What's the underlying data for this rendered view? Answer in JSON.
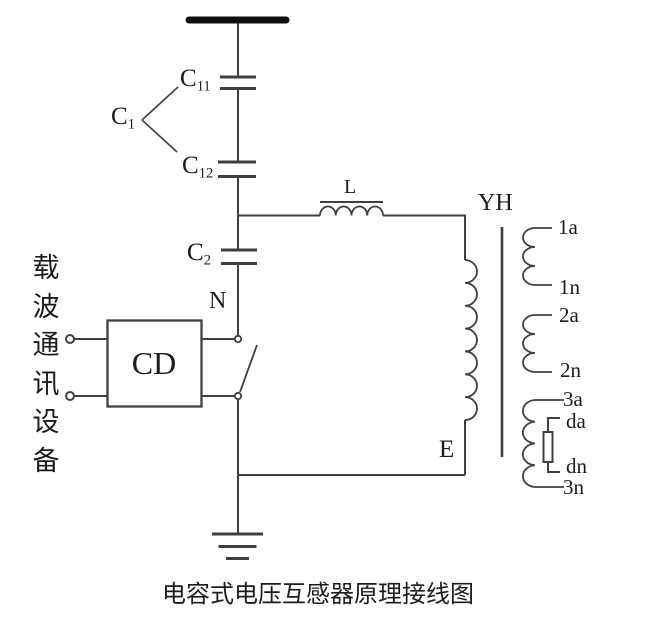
{
  "caption": "电容式电压互感器原理接线图",
  "carrier_device": "载波通讯设备",
  "labels": {
    "c1": {
      "base": "C",
      "sub": "1"
    },
    "c11": {
      "base": "C",
      "sub": "11"
    },
    "c12": {
      "base": "C",
      "sub": "12"
    },
    "c2": {
      "base": "C",
      "sub": "2"
    },
    "neutral_node": "N",
    "carrier_coupler": "CD",
    "compensating_reactor": "L",
    "voltage_transformer": "YH",
    "earth_terminal": "E"
  },
  "secondary_terminals": {
    "w1_start": "1a",
    "w1_end": "1n",
    "w2_start": "2a",
    "w2_end": "2n",
    "w3_start": "3a",
    "damping_start": "da",
    "damping_end": "dn",
    "w3_end": "3n"
  },
  "colors": {
    "wire": "#3f3f3f",
    "busbar": "#101010",
    "text": "#1c1c1c",
    "background": "#ffffff"
  }
}
